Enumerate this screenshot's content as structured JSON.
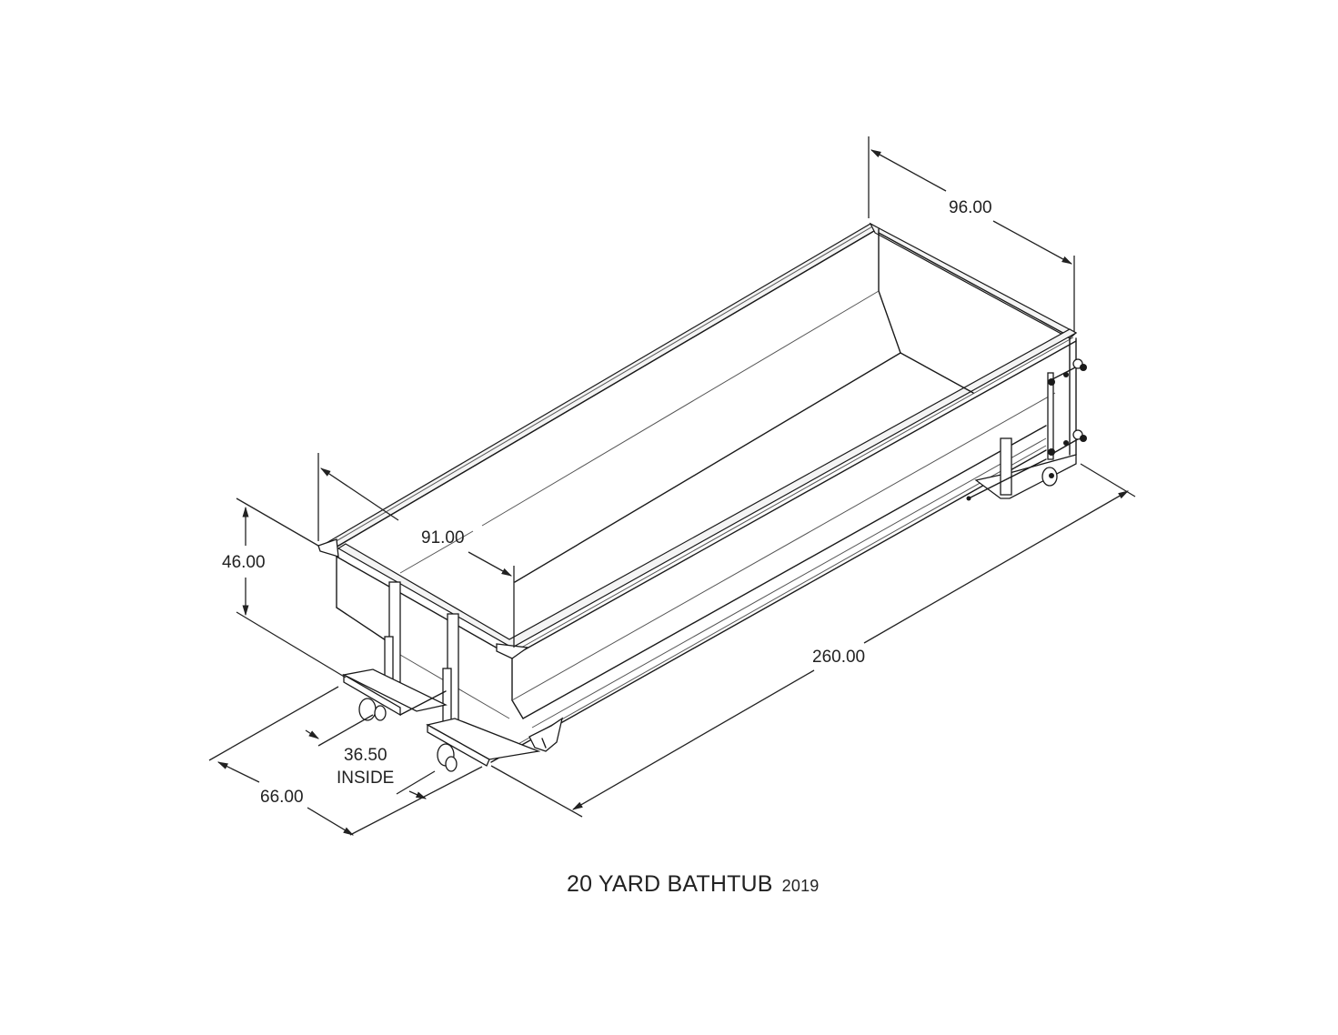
{
  "drawing": {
    "title": "20 YARD BATHTUB",
    "year": "2019",
    "line_color": "#1a1a1a",
    "background": "#ffffff"
  },
  "dimensions": {
    "top_width": "96.00",
    "inside_top_width": "91.00",
    "height": "46.00",
    "length": "260.00",
    "base_width": "66.00",
    "inside_rail_width": "36.50",
    "inside_rail_note": "INSIDE"
  }
}
